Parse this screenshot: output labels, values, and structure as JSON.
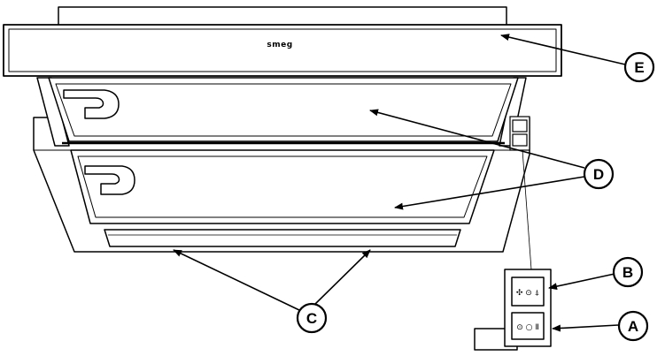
{
  "brand": "smeg",
  "callouts": {
    "a": "A",
    "b": "B",
    "c": "C",
    "d": "D",
    "e": "E"
  },
  "switches": {
    "fan_symbols": "✣ ⊙ ⍋",
    "light_symbols": "⊙ ○ Ⅱ"
  }
}
